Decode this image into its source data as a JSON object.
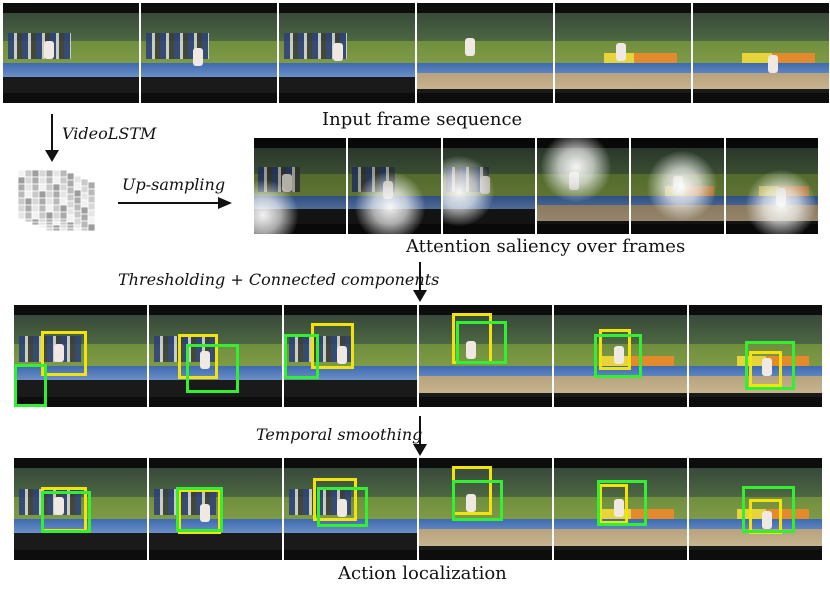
{
  "labels": {
    "input_caption": "Input frame sequence",
    "videolstm": "VideoLSTM",
    "upsampling": "Up-sampling",
    "attention_caption": "Attention saliency over frames",
    "thresholding": "Thresholding + Connected components",
    "temporal_smoothing": "Temporal smoothing",
    "action_caption": "Action localization"
  },
  "colors": {
    "box_attention": "#f2e30f",
    "box_groundtruth": "#33ee33",
    "arrow": "#111111"
  },
  "strips": {
    "input_frames": 6,
    "saliency_frames": 6,
    "threshold_frames": 6,
    "smoothed_frames": 6
  }
}
